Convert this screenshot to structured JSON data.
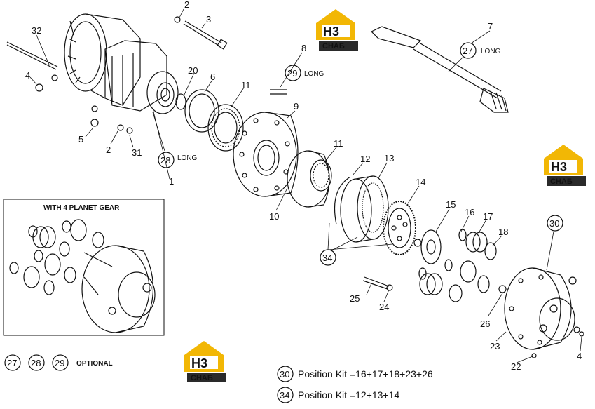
{
  "callouts": {
    "c1": "1",
    "c2a": "2",
    "c2b": "2",
    "c3": "3",
    "c4a": "4",
    "c4b": "4",
    "c5": "5",
    "c6": "6",
    "c7": "7",
    "c8": "8",
    "c9": "9",
    "c10": "10",
    "c11a": "11",
    "c11b": "11",
    "c12": "12",
    "c13": "13",
    "c14": "14",
    "c15": "15",
    "c16": "16",
    "c17": "17",
    "c18": "18",
    "c20": "20",
    "c22": "22",
    "c23": "23",
    "c24": "24",
    "c25": "25",
    "c26": "26",
    "c31": "31",
    "c32": "32"
  },
  "circled": {
    "c27": "27",
    "c28": "28",
    "c29": "29",
    "c30": "30",
    "c34": "34"
  },
  "long_notes": {
    "l27": "LONG",
    "l28": "LONG",
    "l29": "LONG"
  },
  "inset": {
    "title": "WITH 4 PLANET GEAR"
  },
  "optional": {
    "items": [
      "27",
      "28",
      "29"
    ],
    "label": "OPTIONAL"
  },
  "kits": [
    {
      "num": "30",
      "text": "Position Kit =16+17+18+23+26"
    },
    {
      "num": "34",
      "text": "Position Kit =12+13+14"
    }
  ],
  "logo": {
    "top": "H3",
    "bottom": "СНАБ",
    "colors": {
      "yellow": "#f2b705",
      "dark": "#2a2a2a",
      "white": "#ffffff"
    }
  }
}
